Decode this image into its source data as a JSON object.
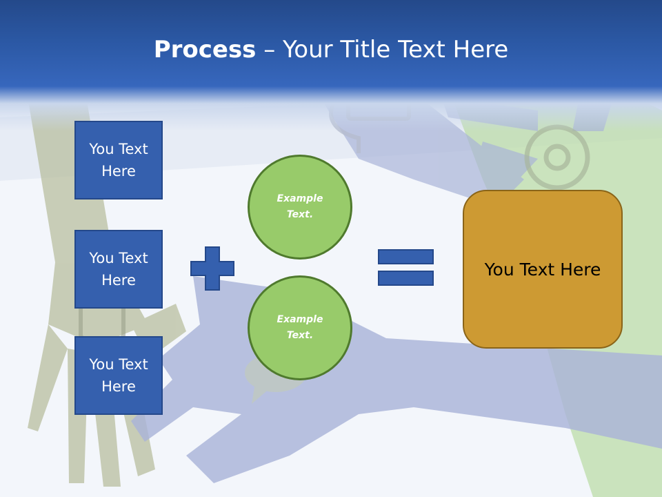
{
  "slide": {
    "title_bold": "Process",
    "title_rest": " – Your Title Text Here",
    "left_boxes": [
      "You Text Here",
      "You Text Here",
      "You Text Here"
    ],
    "circles": [
      "Example Text.",
      "Example Text."
    ],
    "result_text": "You Text Here"
  },
  "colors": {
    "header_blue": "#2b58a4",
    "box_blue": "#3560ae",
    "box_border": "#24488a",
    "circle_green": "#98cb6a",
    "circle_border": "#4f7a2d",
    "result_gold": "#cd9a33",
    "operator_blue": "#3560ae"
  },
  "icons": [
    "plus-icon",
    "equals-icon",
    "envelope-icon",
    "at-sign-icon",
    "mobile-phone-icon",
    "speech-bubble-icon"
  ]
}
